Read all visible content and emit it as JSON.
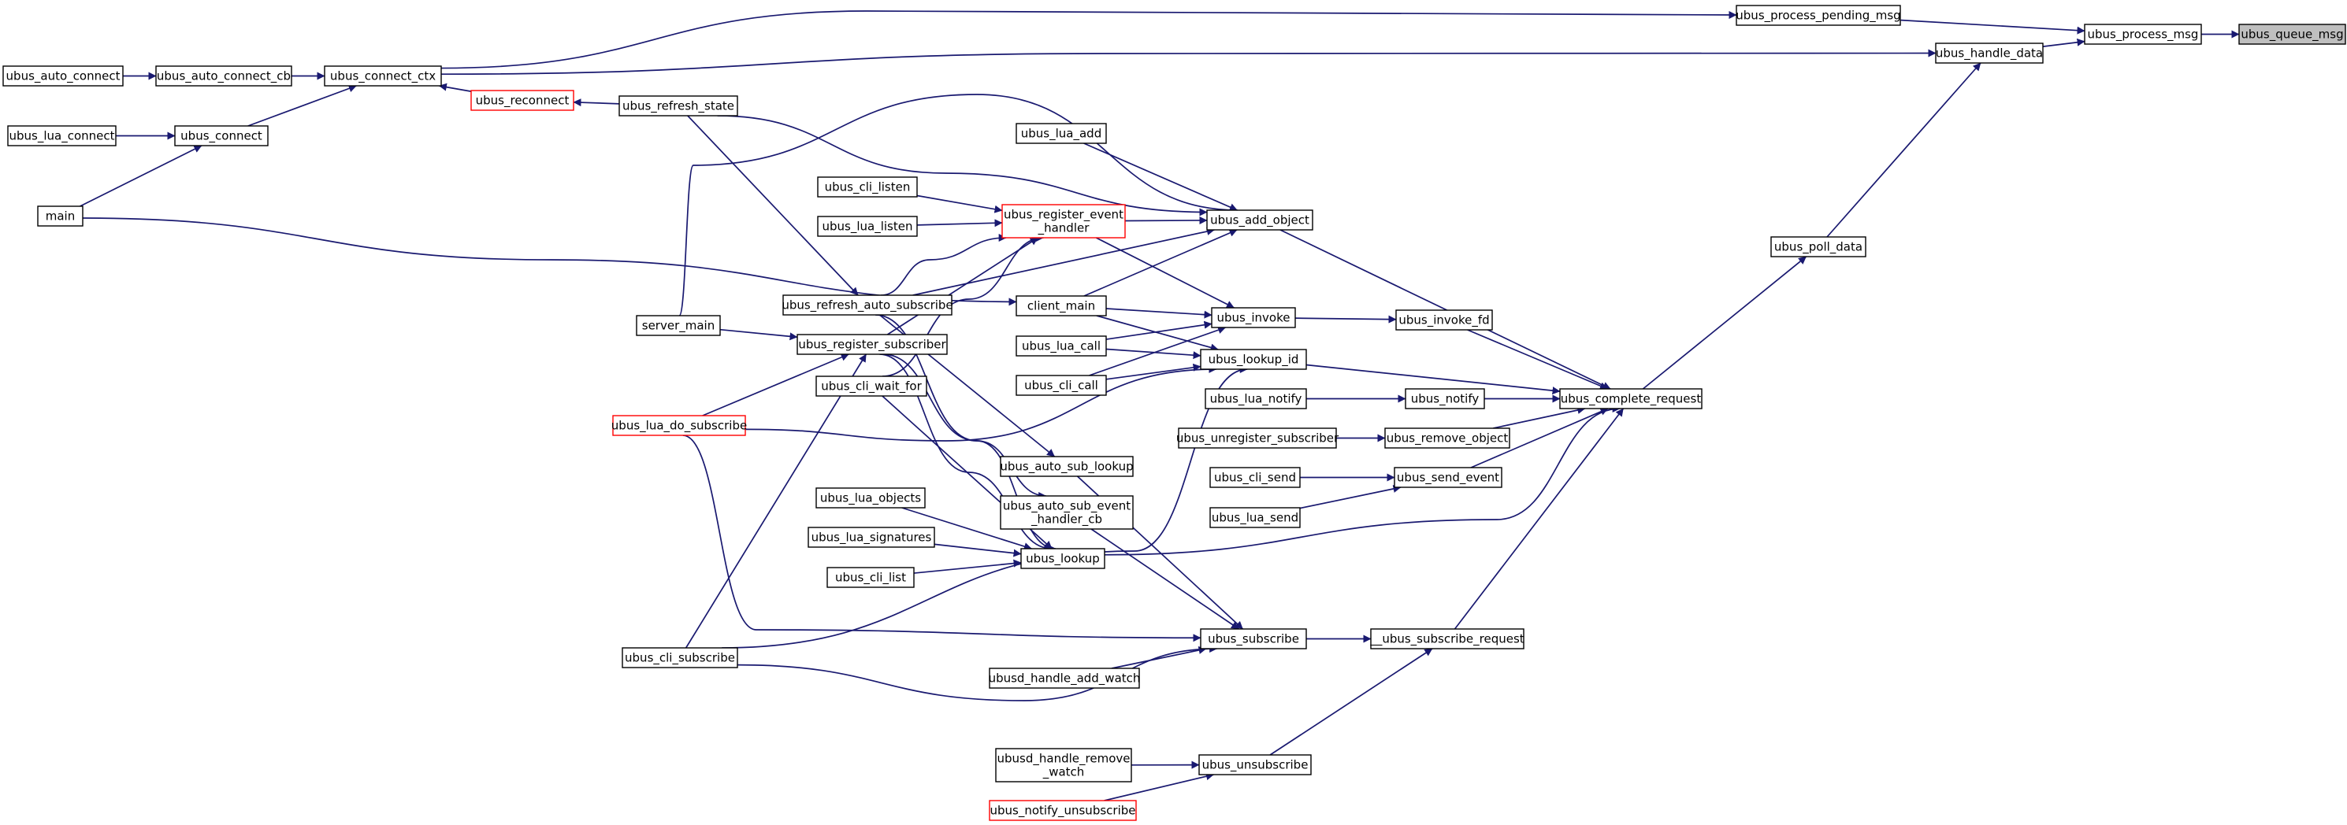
{
  "graph": {
    "type": "call-graph",
    "nodes": [
      {
        "id": "ubus_queue_msg",
        "lines": [
          "ubus_queue_msg"
        ],
        "style": "current"
      },
      {
        "id": "ubus_process_msg",
        "lines": [
          "ubus_process_msg"
        ],
        "style": "normal"
      },
      {
        "id": "ubus_process_pending_msg",
        "lines": [
          "ubus_process_pending_msg"
        ],
        "style": "normal"
      },
      {
        "id": "ubus_handle_data",
        "lines": [
          "ubus_handle_data"
        ],
        "style": "normal"
      },
      {
        "id": "ubus_connect_ctx",
        "lines": [
          "ubus_connect_ctx"
        ],
        "style": "normal"
      },
      {
        "id": "ubus_auto_connect_cb",
        "lines": [
          "ubus_auto_connect_cb"
        ],
        "style": "normal"
      },
      {
        "id": "ubus_auto_connect",
        "lines": [
          "ubus_auto_connect"
        ],
        "style": "normal"
      },
      {
        "id": "ubus_lua_connect",
        "lines": [
          "ubus_lua_connect"
        ],
        "style": "normal"
      },
      {
        "id": "ubus_connect",
        "lines": [
          "ubus_connect"
        ],
        "style": "normal"
      },
      {
        "id": "main",
        "lines": [
          "main"
        ],
        "style": "normal"
      },
      {
        "id": "ubus_reconnect",
        "lines": [
          "ubus_reconnect"
        ],
        "style": "red"
      },
      {
        "id": "ubus_refresh_state",
        "lines": [
          "ubus_refresh_state"
        ],
        "style": "normal"
      },
      {
        "id": "ubus_lua_add",
        "lines": [
          "ubus_lua_add"
        ],
        "style": "normal"
      },
      {
        "id": "ubus_cli_listen",
        "lines": [
          "ubus_cli_listen"
        ],
        "style": "normal"
      },
      {
        "id": "ubus_lua_listen",
        "lines": [
          "ubus_lua_listen"
        ],
        "style": "normal"
      },
      {
        "id": "ubus_register_event_handler",
        "lines": [
          "ubus_register_event",
          "_handler"
        ],
        "style": "red"
      },
      {
        "id": "ubus_add_object",
        "lines": [
          "ubus_add_object"
        ],
        "style": "normal"
      },
      {
        "id": "ubus_poll_data",
        "lines": [
          "ubus_poll_data"
        ],
        "style": "normal"
      },
      {
        "id": "server_main",
        "lines": [
          "server_main"
        ],
        "style": "normal"
      },
      {
        "id": "ubus_refresh_auto_subscribe",
        "lines": [
          "ubus_refresh_auto_subscribe"
        ],
        "style": "normal"
      },
      {
        "id": "client_main",
        "lines": [
          "client_main"
        ],
        "style": "normal"
      },
      {
        "id": "ubus_invoke",
        "lines": [
          "ubus_invoke"
        ],
        "style": "normal"
      },
      {
        "id": "ubus_invoke_fd",
        "lines": [
          "ubus_invoke_fd"
        ],
        "style": "normal"
      },
      {
        "id": "ubus_register_subscriber",
        "lines": [
          "ubus_register_subscriber"
        ],
        "style": "normal"
      },
      {
        "id": "ubus_lua_call",
        "lines": [
          "ubus_lua_call"
        ],
        "style": "normal"
      },
      {
        "id": "ubus_lookup_id",
        "lines": [
          "ubus_lookup_id"
        ],
        "style": "normal"
      },
      {
        "id": "ubus_cli_wait_for",
        "lines": [
          "ubus_cli_wait_for"
        ],
        "style": "normal"
      },
      {
        "id": "ubus_cli_call",
        "lines": [
          "ubus_cli_call"
        ],
        "style": "normal"
      },
      {
        "id": "ubus_lua_notify",
        "lines": [
          "ubus_lua_notify"
        ],
        "style": "normal"
      },
      {
        "id": "ubus_notify",
        "lines": [
          "ubus_notify"
        ],
        "style": "normal"
      },
      {
        "id": "ubus_complete_request",
        "lines": [
          "ubus_complete_request"
        ],
        "style": "normal"
      },
      {
        "id": "ubus_lua_do_subscribe",
        "lines": [
          "ubus_lua_do_subscribe"
        ],
        "style": "red"
      },
      {
        "id": "ubus_unregister_subscriber",
        "lines": [
          "ubus_unregister_subscriber"
        ],
        "style": "normal"
      },
      {
        "id": "ubus_remove_object",
        "lines": [
          "ubus_remove_object"
        ],
        "style": "normal"
      },
      {
        "id": "ubus_auto_sub_lookup",
        "lines": [
          "ubus_auto_sub_lookup"
        ],
        "style": "normal"
      },
      {
        "id": "ubus_cli_send",
        "lines": [
          "ubus_cli_send"
        ],
        "style": "normal"
      },
      {
        "id": "ubus_send_event",
        "lines": [
          "ubus_send_event"
        ],
        "style": "normal"
      },
      {
        "id": "ubus_lua_objects",
        "lines": [
          "ubus_lua_objects"
        ],
        "style": "normal"
      },
      {
        "id": "ubus_auto_sub_event_handler_cb",
        "lines": [
          "ubus_auto_sub_event",
          "_handler_cb"
        ],
        "style": "normal"
      },
      {
        "id": "ubus_lua_send",
        "lines": [
          "ubus_lua_send"
        ],
        "style": "normal"
      },
      {
        "id": "ubus_lua_signatures",
        "lines": [
          "ubus_lua_signatures"
        ],
        "style": "normal"
      },
      {
        "id": "ubus_lookup",
        "lines": [
          "ubus_lookup"
        ],
        "style": "normal"
      },
      {
        "id": "ubus_cli_list",
        "lines": [
          "ubus_cli_list"
        ],
        "style": "normal"
      },
      {
        "id": "ubus_subscribe",
        "lines": [
          "ubus_subscribe"
        ],
        "style": "normal"
      },
      {
        "id": "__ubus_subscribe_request",
        "lines": [
          "__ubus_subscribe_request"
        ],
        "style": "normal"
      },
      {
        "id": "ubus_cli_subscribe",
        "lines": [
          "ubus_cli_subscribe"
        ],
        "style": "normal"
      },
      {
        "id": "ubusd_handle_add_watch",
        "lines": [
          "ubusd_handle_add_watch"
        ],
        "style": "normal"
      },
      {
        "id": "ubusd_handle_remove_watch",
        "lines": [
          "ubusd_handle_remove",
          "_watch"
        ],
        "style": "normal"
      },
      {
        "id": "ubus_unsubscribe",
        "lines": [
          "ubus_unsubscribe"
        ],
        "style": "normal"
      },
      {
        "id": "ubus_notify_unsubscribe",
        "lines": [
          "ubus_notify_unsubscribe"
        ],
        "style": "red"
      }
    ],
    "edges": [
      {
        "from": "ubus_process_msg",
        "to": "ubus_queue_msg"
      },
      {
        "from": "ubus_process_pending_msg",
        "to": "ubus_process_msg"
      },
      {
        "from": "ubus_handle_data",
        "to": "ubus_process_msg"
      },
      {
        "from": "ubus_connect_ctx",
        "to": "ubus_process_pending_msg"
      },
      {
        "from": "ubus_connect_ctx",
        "to": "ubus_handle_data"
      },
      {
        "from": "ubus_poll_data",
        "to": "ubus_handle_data"
      },
      {
        "from": "ubus_auto_connect_cb",
        "to": "ubus_connect_ctx"
      },
      {
        "from": "ubus_auto_connect",
        "to": "ubus_auto_connect_cb"
      },
      {
        "from": "ubus_connect",
        "to": "ubus_connect_ctx"
      },
      {
        "from": "ubus_reconnect",
        "to": "ubus_connect_ctx"
      },
      {
        "from": "ubus_lua_connect",
        "to": "ubus_connect"
      },
      {
        "from": "main",
        "to": "ubus_connect"
      },
      {
        "from": "main",
        "to": "client_main"
      },
      {
        "from": "ubus_refresh_state",
        "to": "ubus_reconnect"
      },
      {
        "from": "ubus_refresh_state",
        "to": "ubus_add_object"
      },
      {
        "from": "ubus_refresh_state",
        "to": "ubus_refresh_auto_subscribe"
      },
      {
        "from": "ubus_lua_add",
        "to": "ubus_add_object"
      },
      {
        "from": "ubus_cli_listen",
        "to": "ubus_register_event_handler"
      },
      {
        "from": "ubus_lua_listen",
        "to": "ubus_register_event_handler"
      },
      {
        "from": "ubus_register_event_handler",
        "to": "ubus_add_object"
      },
      {
        "from": "ubus_register_event_handler",
        "to": "ubus_invoke"
      },
      {
        "from": "ubus_refresh_auto_subscribe",
        "to": "ubus_register_event_handler"
      },
      {
        "from": "ubus_refresh_auto_subscribe",
        "to": "ubus_add_object"
      },
      {
        "from": "ubus_refresh_auto_subscribe",
        "to": "ubus_auto_sub_lookup"
      },
      {
        "from": "ubus_refresh_auto_subscribe",
        "to": "ubus_lookup"
      },
      {
        "from": "ubus_register_subscriber",
        "to": "ubus_register_event_handler"
      },
      {
        "from": "ubus_register_subscriber",
        "to": "ubus_auto_sub_event_handler_cb"
      },
      {
        "from": "ubus_register_subscriber",
        "to": "ubus_lookup"
      },
      {
        "from": "ubus_cli_wait_for",
        "to": "ubus_register_event_handler"
      },
      {
        "from": "ubus_cli_wait_for",
        "to": "ubus_lookup"
      },
      {
        "from": "server_main",
        "to": "ubus_add_object"
      },
      {
        "from": "server_main",
        "to": "ubus_register_subscriber"
      },
      {
        "from": "ubus_add_object",
        "to": "ubus_complete_request"
      },
      {
        "from": "client_main",
        "to": "ubus_add_object"
      },
      {
        "from": "client_main",
        "to": "ubus_invoke"
      },
      {
        "from": "client_main",
        "to": "ubus_lookup_id"
      },
      {
        "from": "ubus_lua_call",
        "to": "ubus_invoke"
      },
      {
        "from": "ubus_lua_call",
        "to": "ubus_lookup_id"
      },
      {
        "from": "ubus_cli_call",
        "to": "ubus_invoke"
      },
      {
        "from": "ubus_cli_call",
        "to": "ubus_lookup_id"
      },
      {
        "from": "ubus_invoke",
        "to": "ubus_invoke_fd"
      },
      {
        "from": "ubus_invoke_fd",
        "to": "ubus_complete_request"
      },
      {
        "from": "ubus_lookup_id",
        "to": "ubus_complete_request"
      },
      {
        "from": "ubus_lua_notify",
        "to": "ubus_notify"
      },
      {
        "from": "ubus_notify",
        "to": "ubus_complete_request"
      },
      {
        "from": "ubus_unregister_subscriber",
        "to": "ubus_remove_object"
      },
      {
        "from": "ubus_remove_object",
        "to": "ubus_complete_request"
      },
      {
        "from": "ubus_cli_send",
        "to": "ubus_send_event"
      },
      {
        "from": "ubus_lua_send",
        "to": "ubus_send_event"
      },
      {
        "from": "ubus_send_event",
        "to": "ubus_complete_request"
      },
      {
        "from": "ubus_lookup",
        "to": "ubus_complete_request"
      },
      {
        "from": "ubus_complete_request",
        "to": "ubus_poll_data"
      },
      {
        "from": "__ubus_subscribe_request",
        "to": "ubus_complete_request"
      },
      {
        "from": "ubus_lua_do_subscribe",
        "to": "ubus_register_subscriber"
      },
      {
        "from": "ubus_lua_do_subscribe",
        "to": "ubus_lookup_id"
      },
      {
        "from": "ubus_lua_do_subscribe",
        "to": "ubus_subscribe"
      },
      {
        "from": "ubus_lua_objects",
        "to": "ubus_lookup"
      },
      {
        "from": "ubus_lua_signatures",
        "to": "ubus_lookup"
      },
      {
        "from": "ubus_cli_list",
        "to": "ubus_lookup"
      },
      {
        "from": "ubus_auto_sub_lookup",
        "to": "ubus_subscribe"
      },
      {
        "from": "ubus_auto_sub_event_handler_cb",
        "to": "ubus_subscribe"
      },
      {
        "from": "ubus_cli_subscribe",
        "to": "ubus_register_subscriber"
      },
      {
        "from": "ubus_cli_subscribe",
        "to": "ubus_lookup_id"
      },
      {
        "from": "ubus_cli_subscribe",
        "to": "ubus_subscribe"
      },
      {
        "from": "ubusd_handle_add_watch",
        "to": "ubus_subscribe"
      },
      {
        "from": "ubus_subscribe",
        "to": "__ubus_subscribe_request"
      },
      {
        "from": "ubus_unsubscribe",
        "to": "__ubus_subscribe_request"
      },
      {
        "from": "ubusd_handle_remove_watch",
        "to": "ubus_unsubscribe"
      },
      {
        "from": "ubus_notify_unsubscribe",
        "to": "ubus_unsubscribe"
      }
    ],
    "colors": {
      "edge": "#191970",
      "node_border": "#000000",
      "node_fill": "#ffffff",
      "current_fill": "#bfbfbf",
      "red_border": "#ff0000"
    }
  }
}
